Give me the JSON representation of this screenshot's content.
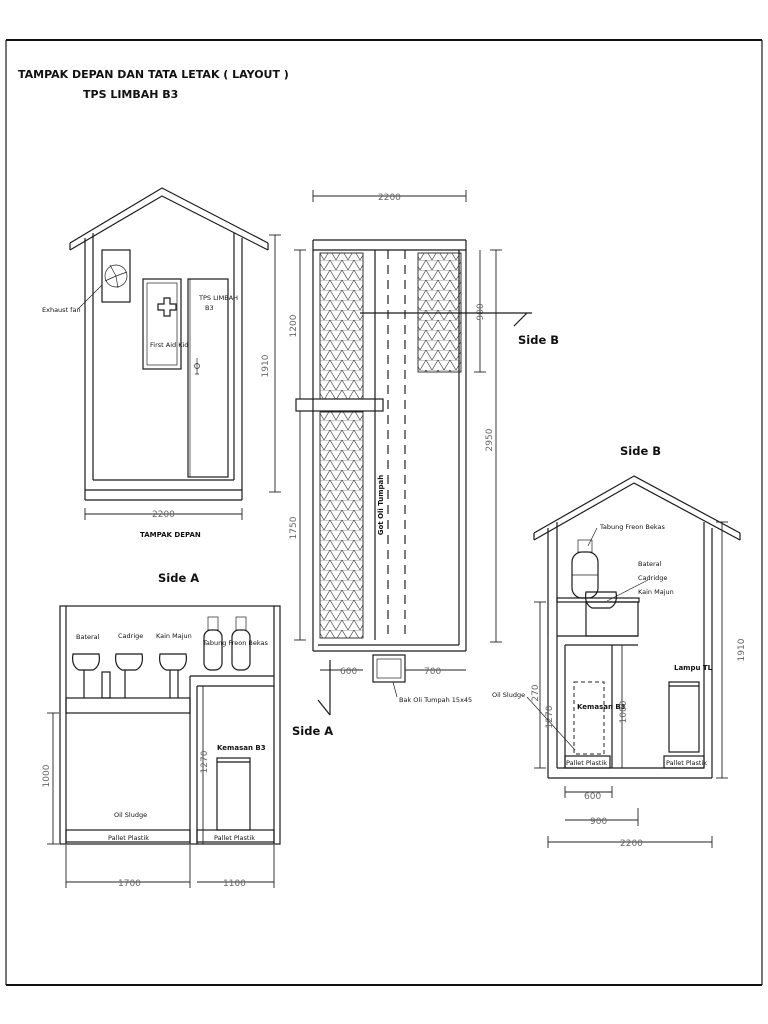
{
  "title": {
    "line1": "TAMPAK DEPAN DAN TATA LETAK ( LAYOUT )",
    "line2": "TPS LIMBAH B3"
  },
  "front_view": {
    "exhaust_label": "Exhaust fan",
    "first_aid_label": "First Aid Kid",
    "door_label_1": "TPS LIMBAH",
    "door_label_2": "B3",
    "dim_width": "2200",
    "dim_height": "1910",
    "caption": "TAMPAK DEPAN"
  },
  "plan": {
    "dim_top": "2200",
    "dim_left_top": "1200",
    "dim_left_bottom": "1750",
    "dim_right_top": "900",
    "dim_right": "2950",
    "dim_bottom_left": "600",
    "dim_bottom_right": "700",
    "gutter_label": "Got Oli Tumpah",
    "sump_label": "Bak Oli Tumpah 15x45",
    "side_a_marker": "Side A",
    "side_b_marker": "Side B"
  },
  "side_a": {
    "heading": "Side A",
    "shelf_labels": [
      "Bateral",
      "Cadrige",
      "Kain Majun",
      "Tabung Freon Bekas"
    ],
    "oil_sludge": "Oil Sludge",
    "packaging": "Kemasan B3",
    "pallet_left": "Pallet Plastik",
    "pallet_right": "Pallet Plastik",
    "dim_h_left": "1000",
    "dim_h_right": "1270",
    "dim_w_left": "1700",
    "dim_w_right": "1100"
  },
  "side_b": {
    "heading": "Side B",
    "freon_label": "Tabung Freon Bekas",
    "shelf_label_1": "Bateral",
    "shelf_label_2": "Cadridge",
    "shelf_label_3": "Kain Majun",
    "oil_sludge": "Oil Sludge",
    "packaging": "Kemasan B3",
    "lamp": "Lampu TL",
    "pallet_left": "Pallet Plastik",
    "pallet_right": "Pallet Plastik",
    "dim_270": "270",
    "dim_1270": "1270",
    "dim_1000": "1000",
    "dim_1910": "1910",
    "dim_600": "600",
    "dim_900": "900",
    "dim_2200": "2200"
  }
}
